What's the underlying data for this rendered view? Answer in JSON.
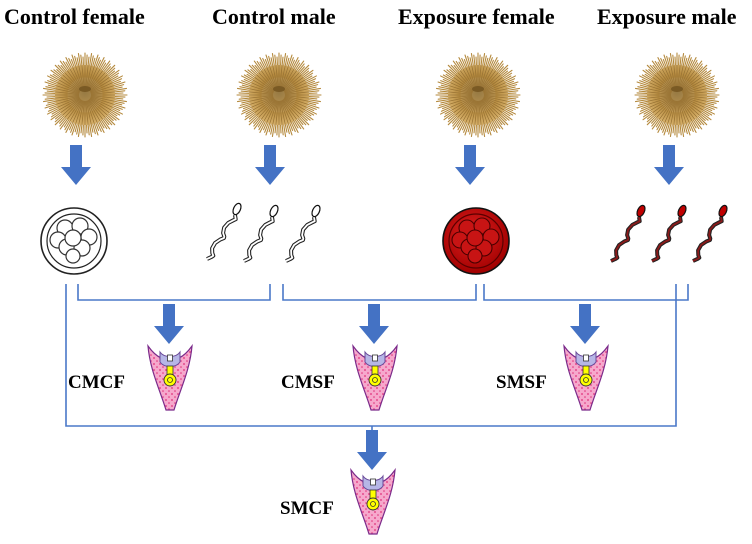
{
  "headers": [
    "Control female",
    "Control male",
    "Exposure female",
    "Exposure male"
  ],
  "combos": {
    "cmcf": "CMCF",
    "cmsf": "CMSF",
    "smsf": "SMSF",
    "smcf": "SMCF"
  },
  "colors": {
    "arrow": "#4472c4",
    "line": "#4a78c8",
    "urchin": "#b58a3e",
    "exposure_egg": "#c00000",
    "exposure_sperm": "#8b1a1a",
    "larva_body": "#f0a0c8",
    "larva_gut": "#ffff00",
    "larva_top": "#b6b6e6"
  },
  "icons": [
    "sea-urchin-icon",
    "egg-icon",
    "sperm-icon",
    "larva-icon",
    "down-arrow-icon"
  ]
}
